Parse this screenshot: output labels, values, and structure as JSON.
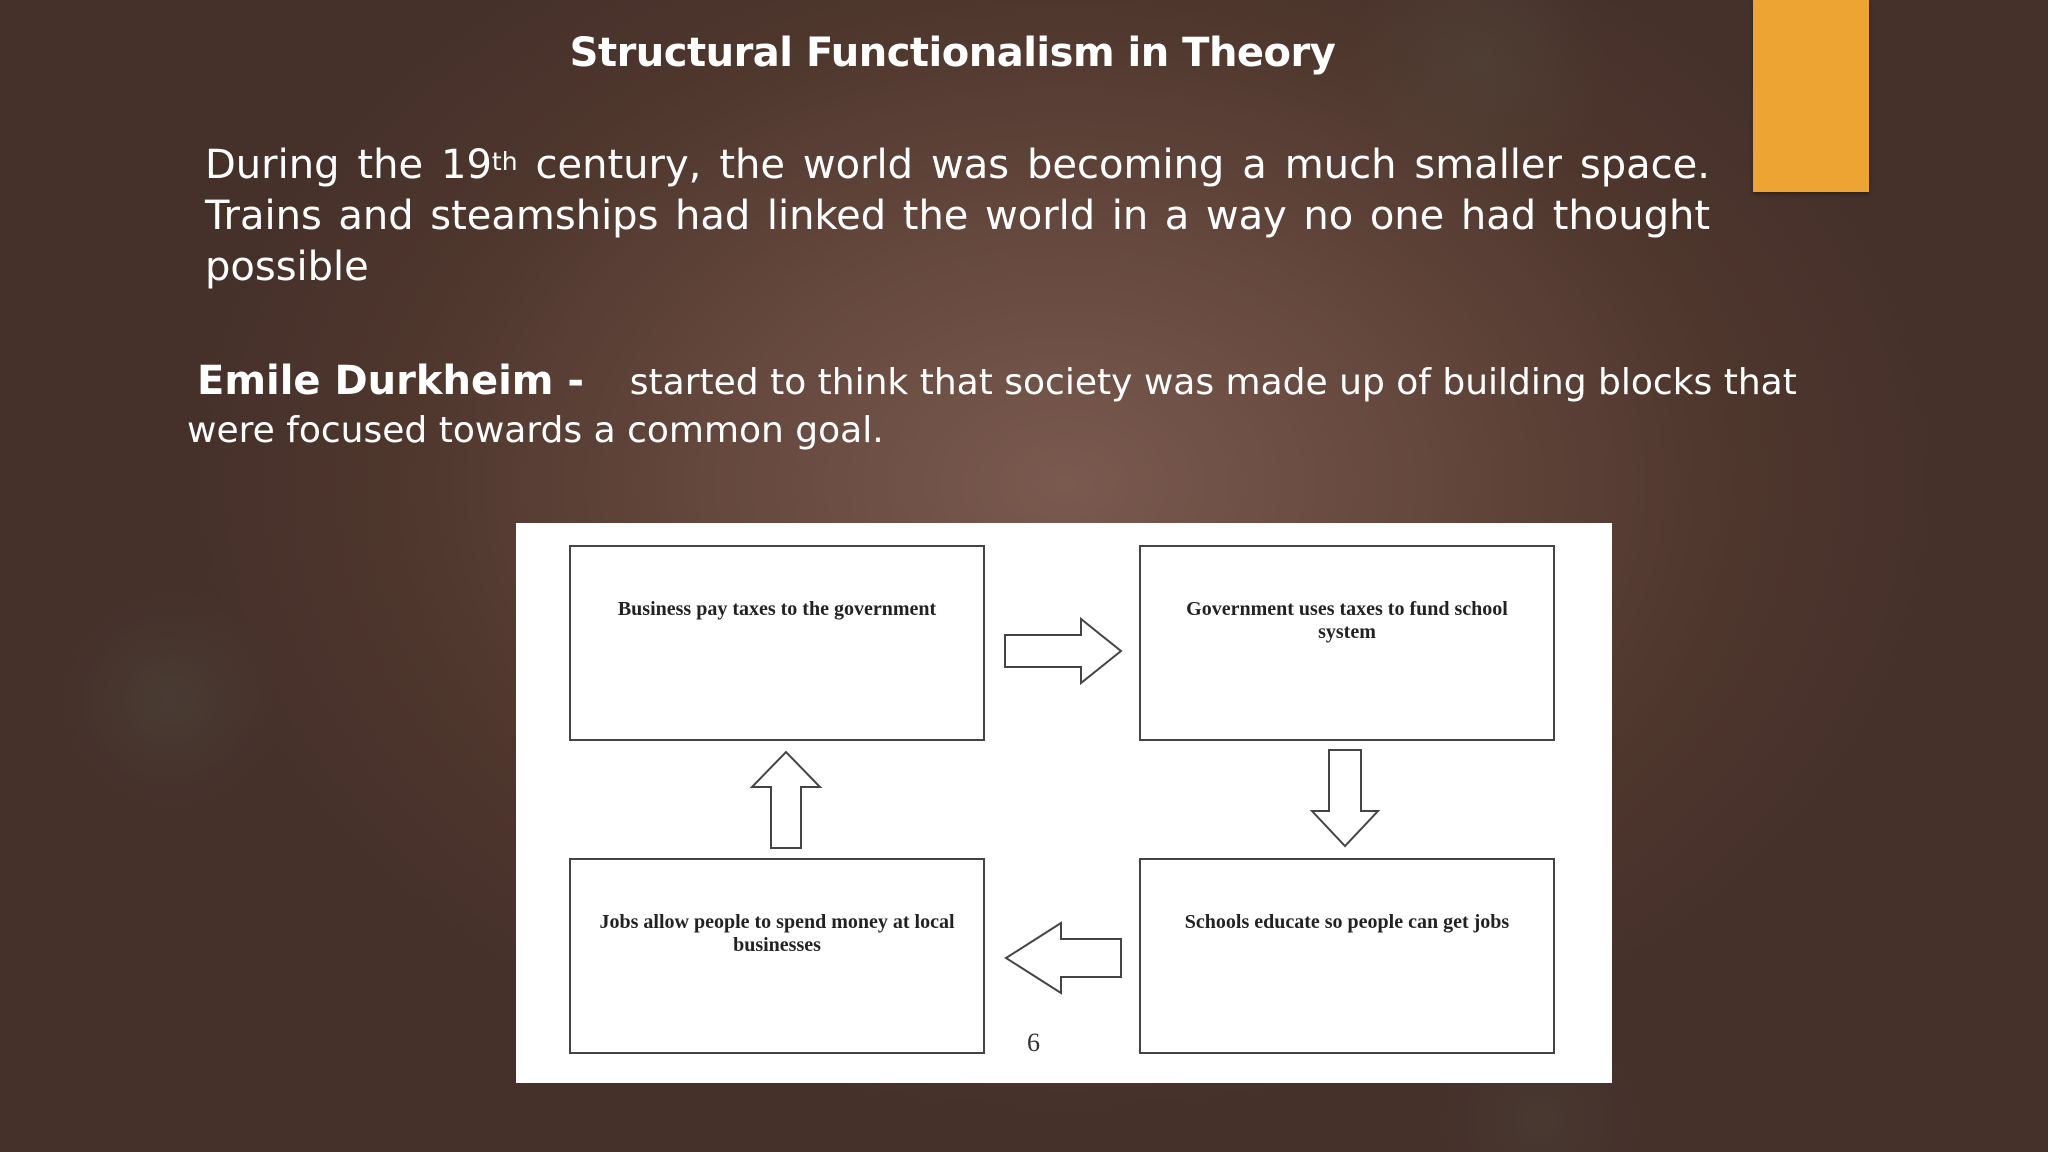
{
  "slide": {
    "title": "Structural Functionalism in Theory",
    "intro_before_sup": "During the 19",
    "intro_sup": "th",
    "intro_after_sup": " century, the world was becoming a much smaller space. Trains and steamships had linked the world in a way no one had thought possible",
    "durkheim_name": "Emile Durkheim -",
    "durkheim_text": "started to think that society was made up of building blocks that were focused towards a common goal."
  },
  "diagram": {
    "boxes": [
      "Business pay taxes to the government",
      "Government uses taxes to fund school system",
      "Schools educate so people can get jobs",
      "Jobs allow people to spend money at local businesses"
    ],
    "page_number": "6"
  },
  "colors": {
    "accent": "#eea432",
    "background": "#64473d",
    "text": "#ffffff"
  }
}
